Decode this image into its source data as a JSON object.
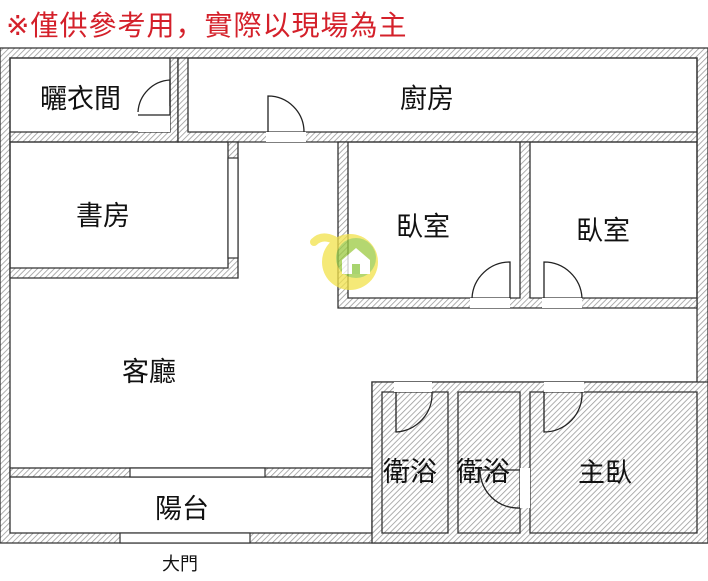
{
  "header": {
    "notice": "※僅供參考用，實際以現場為主",
    "notice_color": "#d4202a"
  },
  "rooms": {
    "walk_in_closet": "曬衣間",
    "kitchen": "廚房",
    "study": "書房",
    "bedroom_1": "臥室",
    "bedroom_2": "臥室",
    "living_room": "客廳",
    "bathroom_1": "衛浴",
    "bathroom_2": "衛浴",
    "master_bedroom": "主臥",
    "balcony": "陽台"
  },
  "entrance": {
    "label": "大門"
  },
  "colors": {
    "wall_outline": "#333333",
    "wall_hatch": "#9a9a9a",
    "watermark_yellow": "#f2e24a",
    "watermark_green": "#8cc63f"
  },
  "icons": {
    "watermark": "house-logo-icon",
    "door": "door-swing-icon"
  }
}
